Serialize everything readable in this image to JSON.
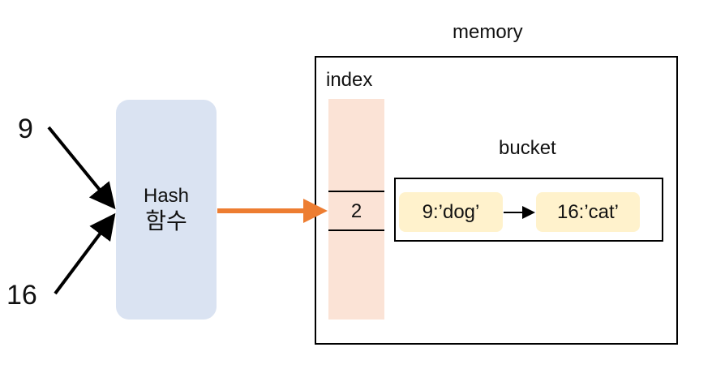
{
  "inputs": [
    "9",
    "16"
  ],
  "hash_function": {
    "line1": "Hash",
    "line2": "함수"
  },
  "memory": {
    "label": "memory",
    "index_label": "index",
    "index_value": "2",
    "bucket_label": "bucket",
    "bucket_entries": [
      "9:’dog’",
      "16:’cat’"
    ]
  },
  "colors": {
    "hash_box": "#dae3f2",
    "index_column": "#fbe3d6",
    "bucket_node": "#fff2cc",
    "hash_output_arrow": "#ed7d31",
    "line": "#000000"
  }
}
